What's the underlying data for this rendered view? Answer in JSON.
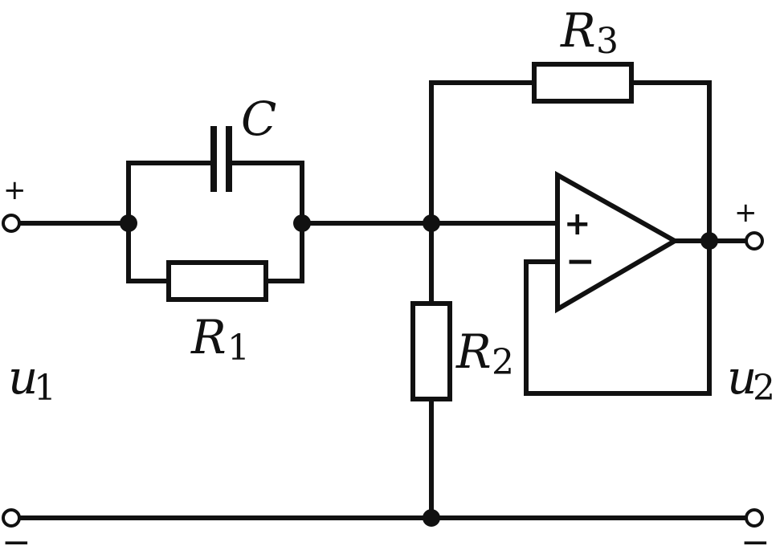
{
  "labels": {
    "capacitor": "C",
    "r1": {
      "letter": "R",
      "sub": "1"
    },
    "r2": {
      "letter": "R",
      "sub": "2"
    },
    "r3": {
      "letter": "R",
      "sub": "3"
    },
    "u1": {
      "letter": "u",
      "sub": "1"
    },
    "u2": {
      "letter": "u",
      "sub": "2"
    }
  },
  "signs": {
    "input_plus": "+",
    "input_minus": "−",
    "output_plus": "+",
    "output_minus": "−",
    "opamp_noninverting": "+",
    "opamp_inverting": "−"
  }
}
